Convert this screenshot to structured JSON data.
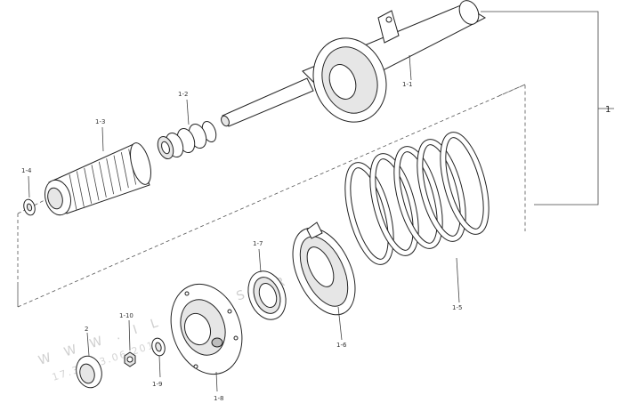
{
  "labels": {
    "assembly": "1",
    "strut": "1-1",
    "bump_stop": "1-2",
    "dust_boot": "1-3",
    "washer_small": "1-4",
    "coil_spring": "1-5",
    "spring_seat": "1-6",
    "insulator": "1-7",
    "top_mount": "1-8",
    "washer": "1-9",
    "nut": "1-10",
    "cap": "2"
  },
  "watermark": {
    "line1": "W W W . I L C A T S . R U",
    "line2": "17.38 23.06.2017"
  }
}
